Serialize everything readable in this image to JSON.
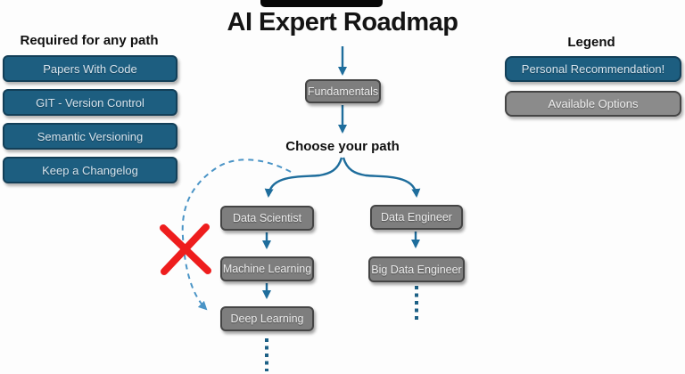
{
  "title": "AI Expert Roadmap",
  "left_panel": {
    "heading": "Required for any path",
    "items": [
      "Papers With Code",
      "GIT - Version Control",
      "Semantic Versioning",
      "Keep a Changelog"
    ]
  },
  "legend": {
    "heading": "Legend",
    "items": [
      {
        "label": "Personal Recommendation!",
        "style": "personal-recommendation"
      },
      {
        "label": "Available Options",
        "style": "available-option"
      }
    ]
  },
  "flow": {
    "root": "Fundamentals",
    "decision_label": "Choose your path",
    "paths": [
      {
        "steps": [
          "Data Scientist",
          "Machine Learning",
          "Deep Learning"
        ],
        "continues_below": true
      },
      {
        "steps": [
          "Data Engineer",
          "Big Data Engineer"
        ],
        "continues_below": true
      }
    ],
    "icons": {
      "red_x": "rejected-path-x-icon",
      "dashed_arrow": "shortcut-to-deep-learning-arrow"
    }
  },
  "colors": {
    "primary_blue": "#1d5e80",
    "blue_border": "#133f58",
    "box_gray": "#7e7e7e",
    "legend_gray": "#8b8b8b",
    "gray_border": "#454545",
    "arrow_blue": "#1e6d9c",
    "dashed_blue": "#4a94c6",
    "dotted_blue": "#1c6085",
    "red_x": "#ee1d1d"
  }
}
